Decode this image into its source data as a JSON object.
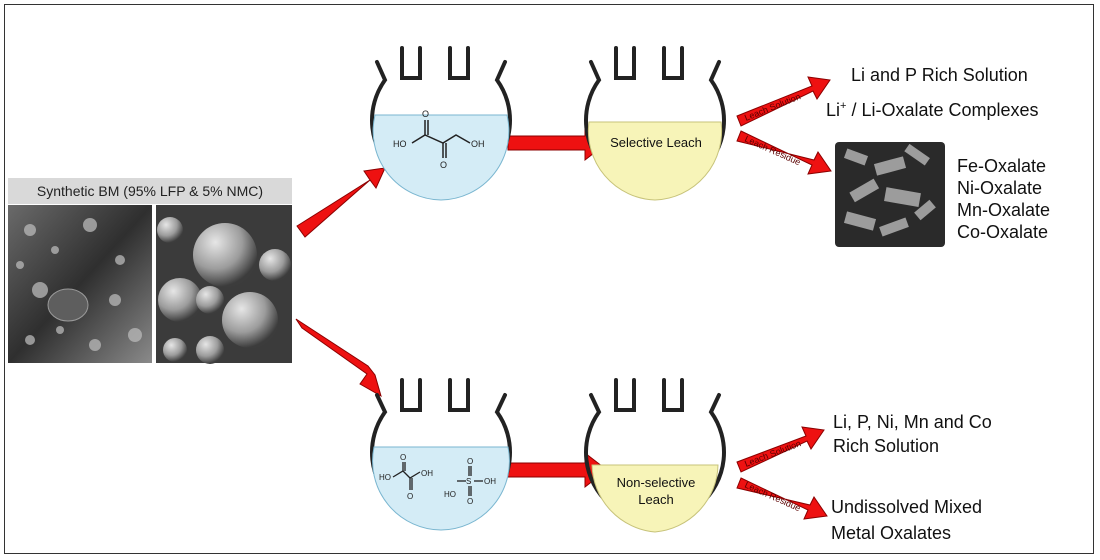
{
  "sample": {
    "title": "Synthetic BM (95% LFP & 5% NMC)"
  },
  "reactors": {
    "selective_reagent": {
      "molecules": [
        {
          "label": "oxalic acid",
          "atoms": [
            "HO",
            "O",
            "O",
            "OH"
          ]
        }
      ]
    },
    "nonselective_reagent": {
      "molecules": [
        {
          "label": "oxalic acid",
          "atoms": [
            "HO",
            "O",
            "O",
            "OH"
          ]
        },
        {
          "label": "sulfuric acid",
          "atoms": [
            "HO",
            "S",
            "O",
            "O",
            "OH"
          ]
        }
      ]
    },
    "selective_leach": {
      "label": "Selective Leach",
      "fill": "#f7f4b8"
    },
    "nonselective_leach": {
      "label_line1": "Non-selective",
      "label_line2": "Leach",
      "fill": "#f7f4b8"
    },
    "liquid_color": "#d4ecf6"
  },
  "branches": {
    "selective": {
      "solution_arrow": "Leach Solution",
      "residue_arrow": "Leach Residue",
      "solution_line1": "Li and P Rich Solution",
      "solution_line2_prefix": "Li",
      "solution_line2_sup": "+",
      "solution_line2_rest": " / Li-Oxalate Complexes",
      "residue_products": [
        "Fe-Oxalate",
        "Ni-Oxalate",
        "Mn-Oxalate",
        "Co-Oxalate"
      ]
    },
    "nonselective": {
      "solution_arrow": "Leach Solution",
      "residue_arrow": "Leach Residue",
      "solution_line1": "Li, P, Ni, Mn and Co",
      "solution_line2": "Rich Solution",
      "residue_line1": "Undissolved Mixed",
      "residue_line2": "Metal Oxalates"
    }
  },
  "colors": {
    "arrow": "#ee1111",
    "arrow_stroke": "#8b0000",
    "outline": "#222222"
  }
}
